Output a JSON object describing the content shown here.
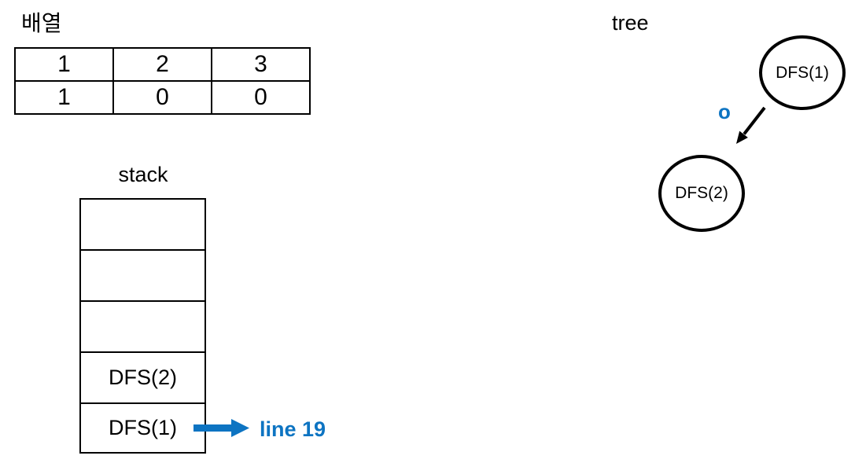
{
  "colors": {
    "accent_blue": "#0d74c2",
    "stroke_black": "#000000"
  },
  "array_section": {
    "title": "배열",
    "table": {
      "rows": [
        [
          "1",
          "2",
          "3"
        ],
        [
          "1",
          "0",
          "0"
        ]
      ]
    }
  },
  "stack_section": {
    "title": "stack",
    "cells": [
      "",
      "",
      "",
      "DFS(2)",
      "DFS(1)"
    ],
    "pointer": {
      "label": "line 19"
    }
  },
  "tree_section": {
    "title": "tree",
    "root_node": "DFS(1)",
    "child_node": "DFS(2)",
    "marker": "o"
  }
}
